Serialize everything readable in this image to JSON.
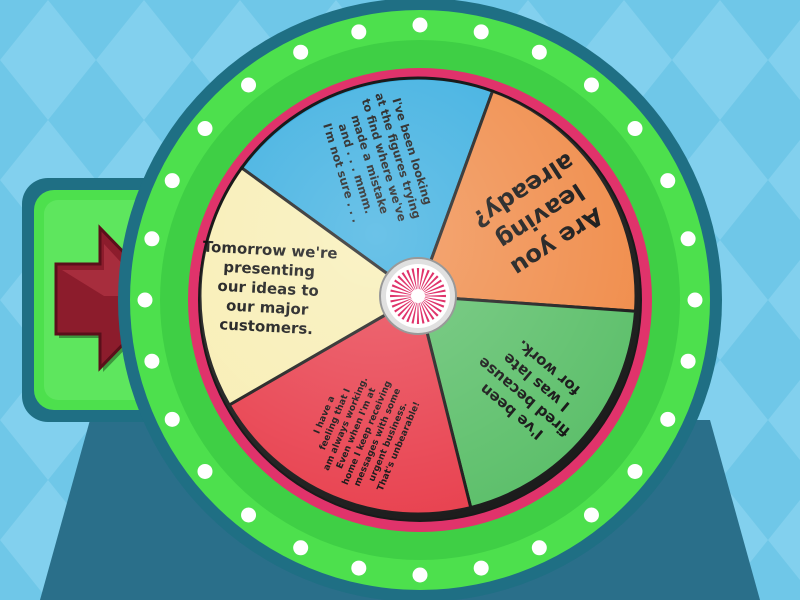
{
  "game": {
    "wheel_segments": [
      {
        "lines": [
          "I've been looking",
          "at the figures trying",
          "to find where we've",
          "made a mistake",
          "and . . . mmm.",
          "I'm not sure . . ."
        ],
        "color": "#3aaee0",
        "size": "small"
      },
      {
        "lines": [
          "Are you",
          "leaving",
          "already?"
        ],
        "color": "#f08c4a",
        "size": "large"
      },
      {
        "lines": [
          "I've been",
          "fired because",
          "I was late",
          "for work."
        ],
        "color": "#5cbf6a",
        "size": "medium"
      },
      {
        "lines": [
          "I have a",
          "feeling that I",
          "am always working.",
          "Even when I'm at",
          "home I keep receiving",
          "messages with some",
          "urgent business.",
          "That's unbearable!"
        ],
        "color": "#e8404e",
        "size": "tiny"
      },
      {
        "lines": [
          "Tomorrow we're",
          "presenting",
          "our ideas to",
          "our major",
          "customers."
        ],
        "color": "#f8eeb4",
        "size": "medium"
      }
    ],
    "colors": {
      "background": "#6fc7e8",
      "stand": "#2a6f8a",
      "outer_ring": "#4de04d",
      "inner_ring": "#e0336b",
      "pointer": "#8c1c2c",
      "lights": "#ffffff"
    },
    "icons": {
      "pointer": "arrow-pointer-icon",
      "hub": "wheel-hub-icon"
    }
  }
}
